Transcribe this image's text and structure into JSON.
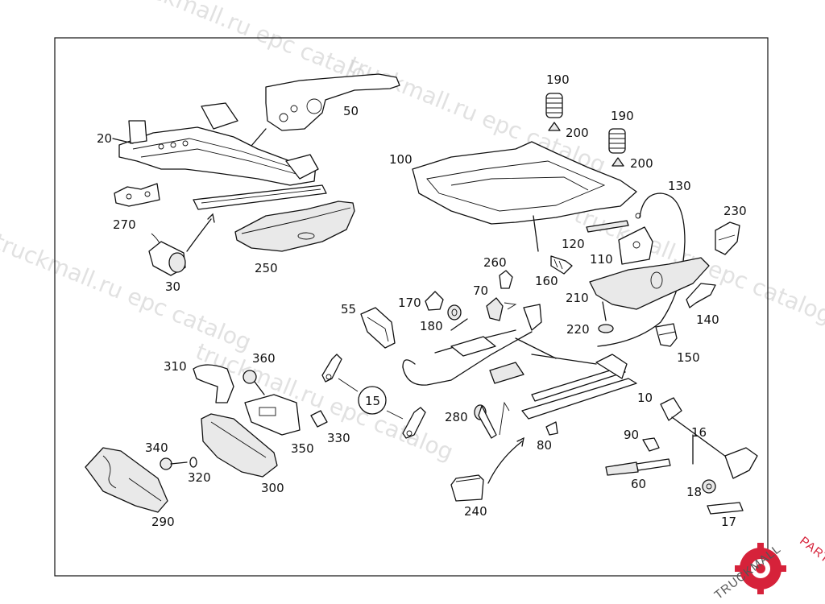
{
  "watermark": {
    "a": "truckmall.ru epc catalog",
    "b": "truckmall.ru epc catalog",
    "c": "truckmall.ru epc catalog",
    "d": "truckmall.ru epc catalog",
    "e": "truckmall.ru epc catalog"
  },
  "logo": {
    "text_prefix": "TRUCKMALL",
    "text_suffix": "PARTS",
    "prefix_color": "#555555",
    "suffix_color": "#d6223a",
    "gear_color": "#d6223a"
  },
  "callouts": {
    "c10": "10",
    "c15": "15",
    "c16": "16",
    "c17": "17",
    "c18": "18",
    "c20": "20",
    "c30": "30",
    "c50": "50",
    "c55": "55",
    "c60": "60",
    "c70": "70",
    "c80": "80",
    "c90": "90",
    "c100": "100",
    "c110": "110",
    "c120": "120",
    "c130": "130",
    "c140": "140",
    "c150": "150",
    "c160": "160",
    "c170": "170",
    "c180": "180",
    "c190a": "190",
    "c190b": "190",
    "c200a": "200",
    "c200b": "200",
    "c210": "210",
    "c220": "220",
    "c230": "230",
    "c240": "240",
    "c250": "250",
    "c260": "260",
    "c270": "270",
    "c280": "280",
    "c290": "290",
    "c300": "300",
    "c310": "310",
    "c320": "320",
    "c330": "330",
    "c340": "340",
    "c350": "350",
    "c360": "360"
  }
}
